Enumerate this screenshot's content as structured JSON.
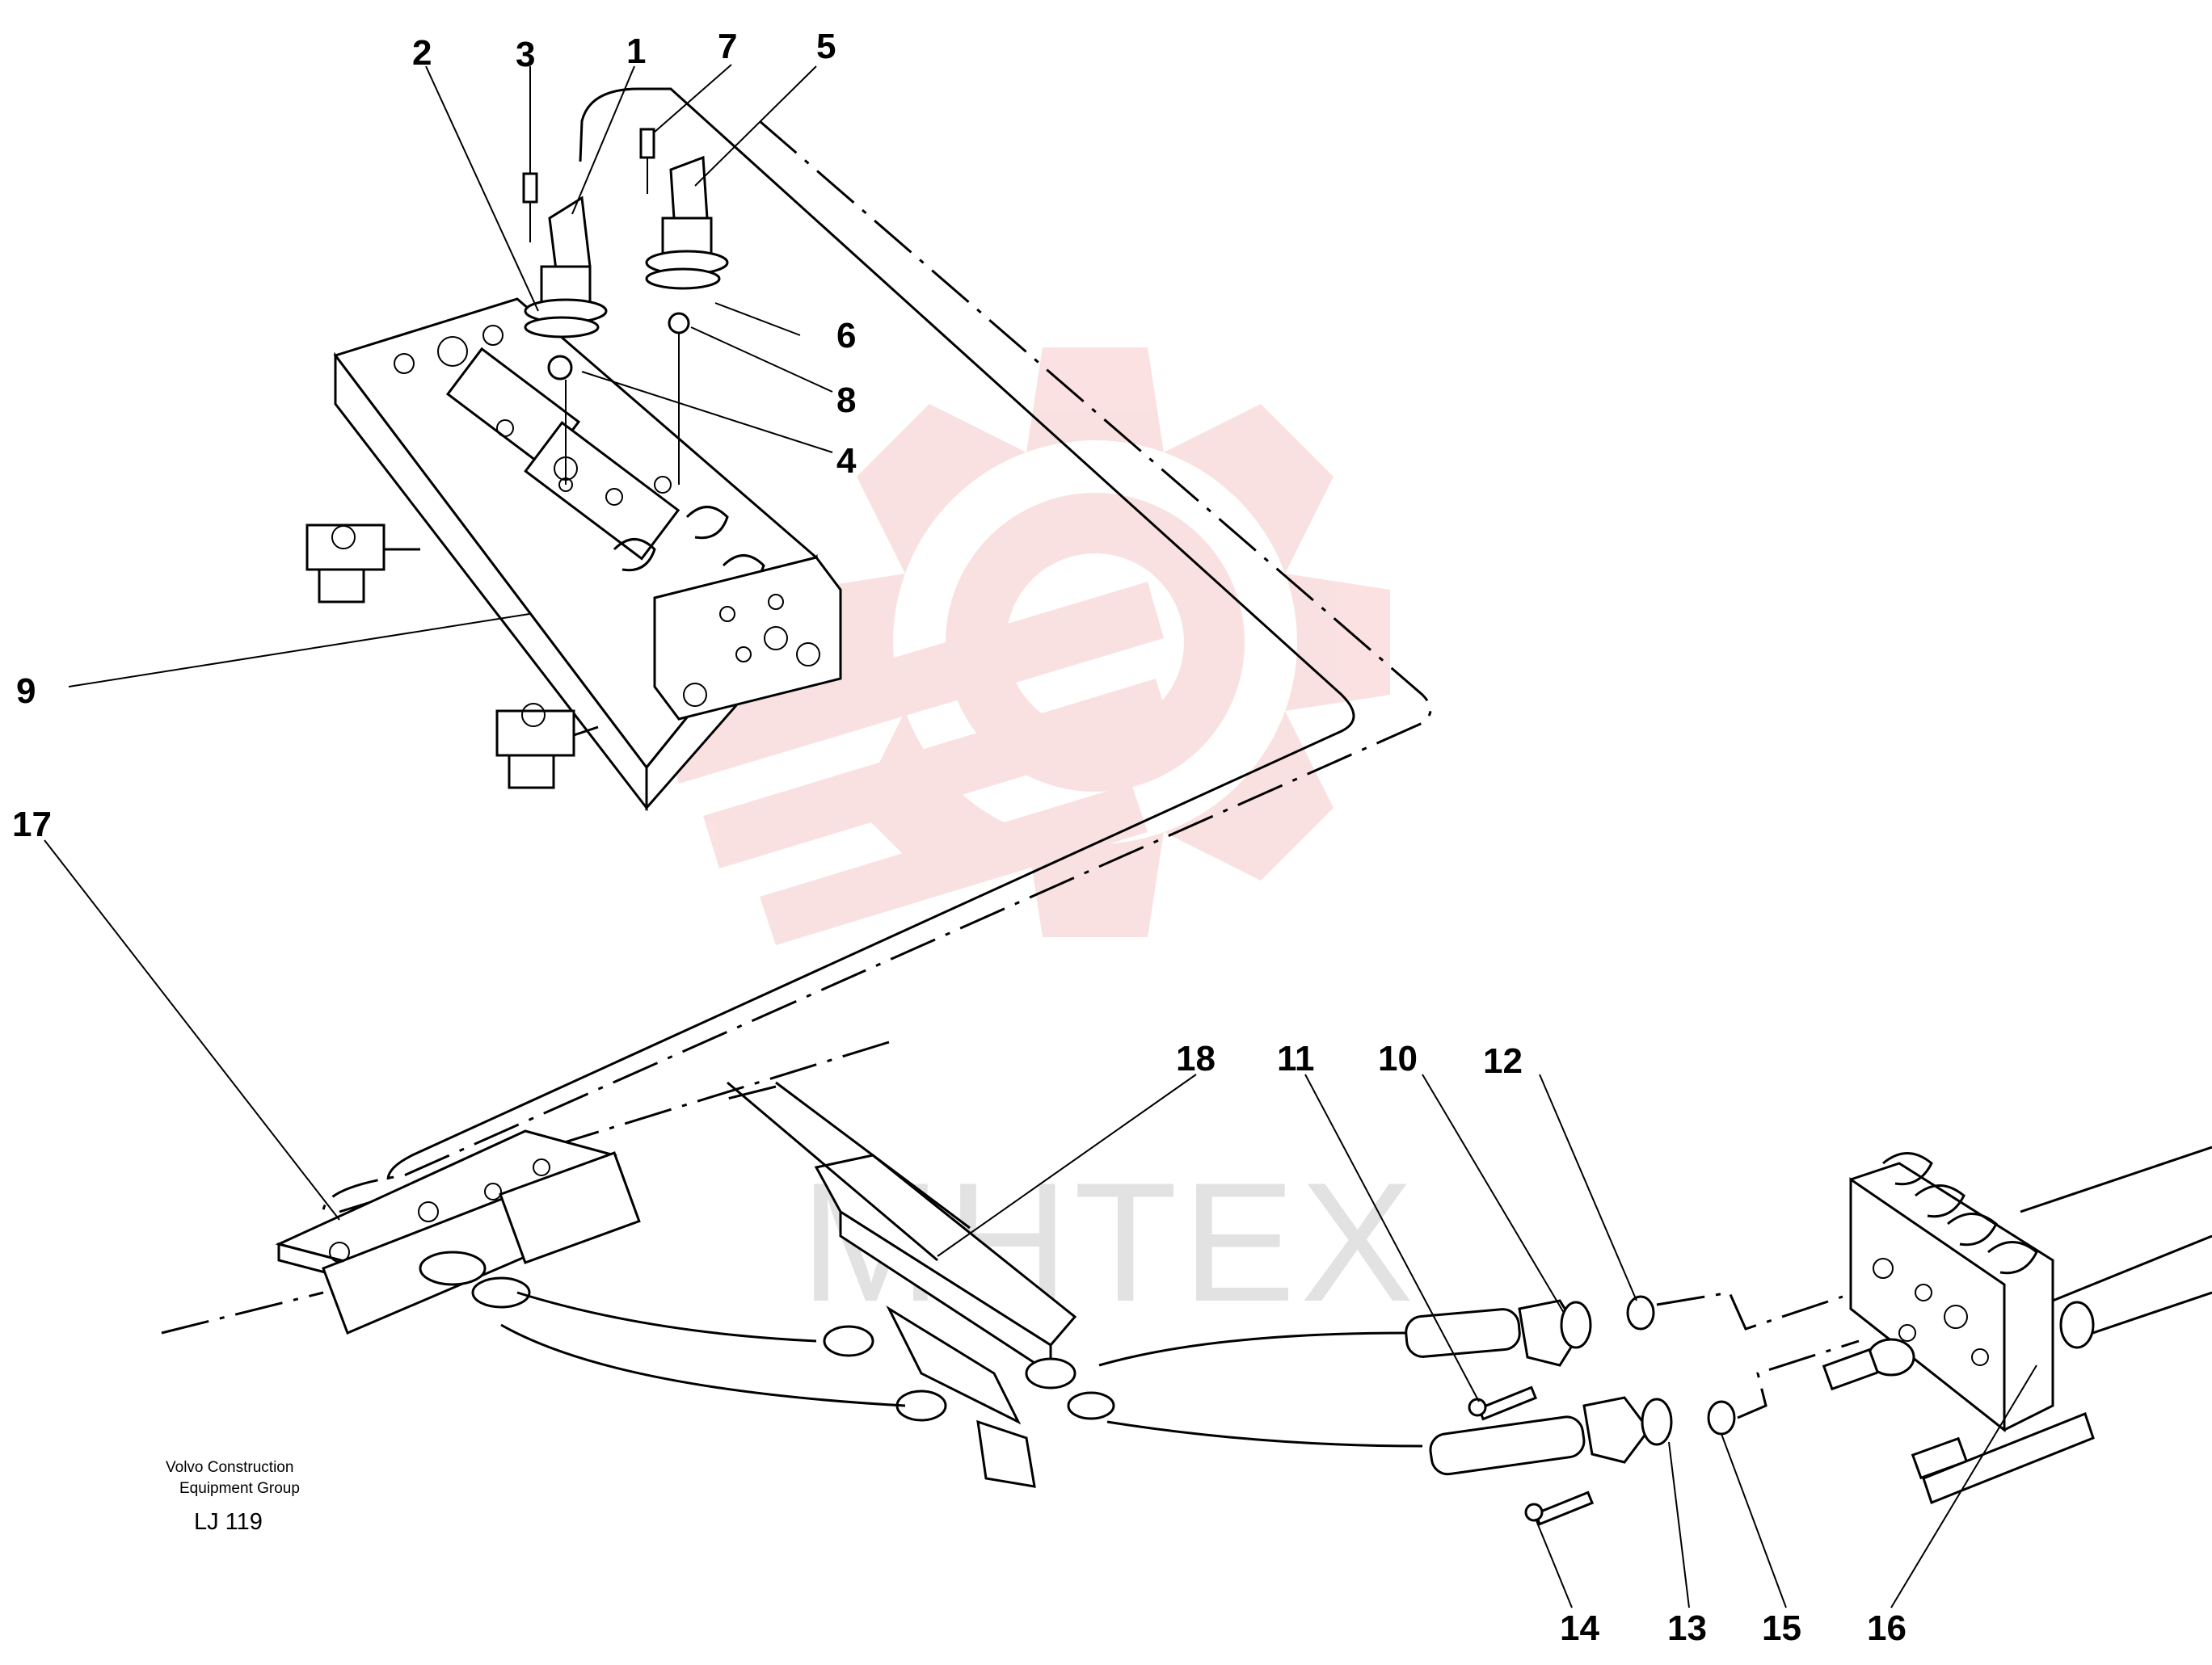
{
  "watermark": {
    "text": "МНТЕХ",
    "color": "#f7c9c9"
  },
  "caption": {
    "line1": "Volvo Construction",
    "line2": "Equipment Group",
    "code": "LJ 119"
  },
  "callouts": {
    "c1": "1",
    "c2": "2",
    "c3": "3",
    "c4": "4",
    "c5": "5",
    "c6": "6",
    "c7": "7",
    "c8": "8",
    "c9": "9",
    "c10": "10",
    "c11": "11",
    "c12": "12",
    "c13": "13",
    "c14": "14",
    "c15": "15",
    "c16": "16",
    "c17": "17",
    "c18": "18"
  }
}
